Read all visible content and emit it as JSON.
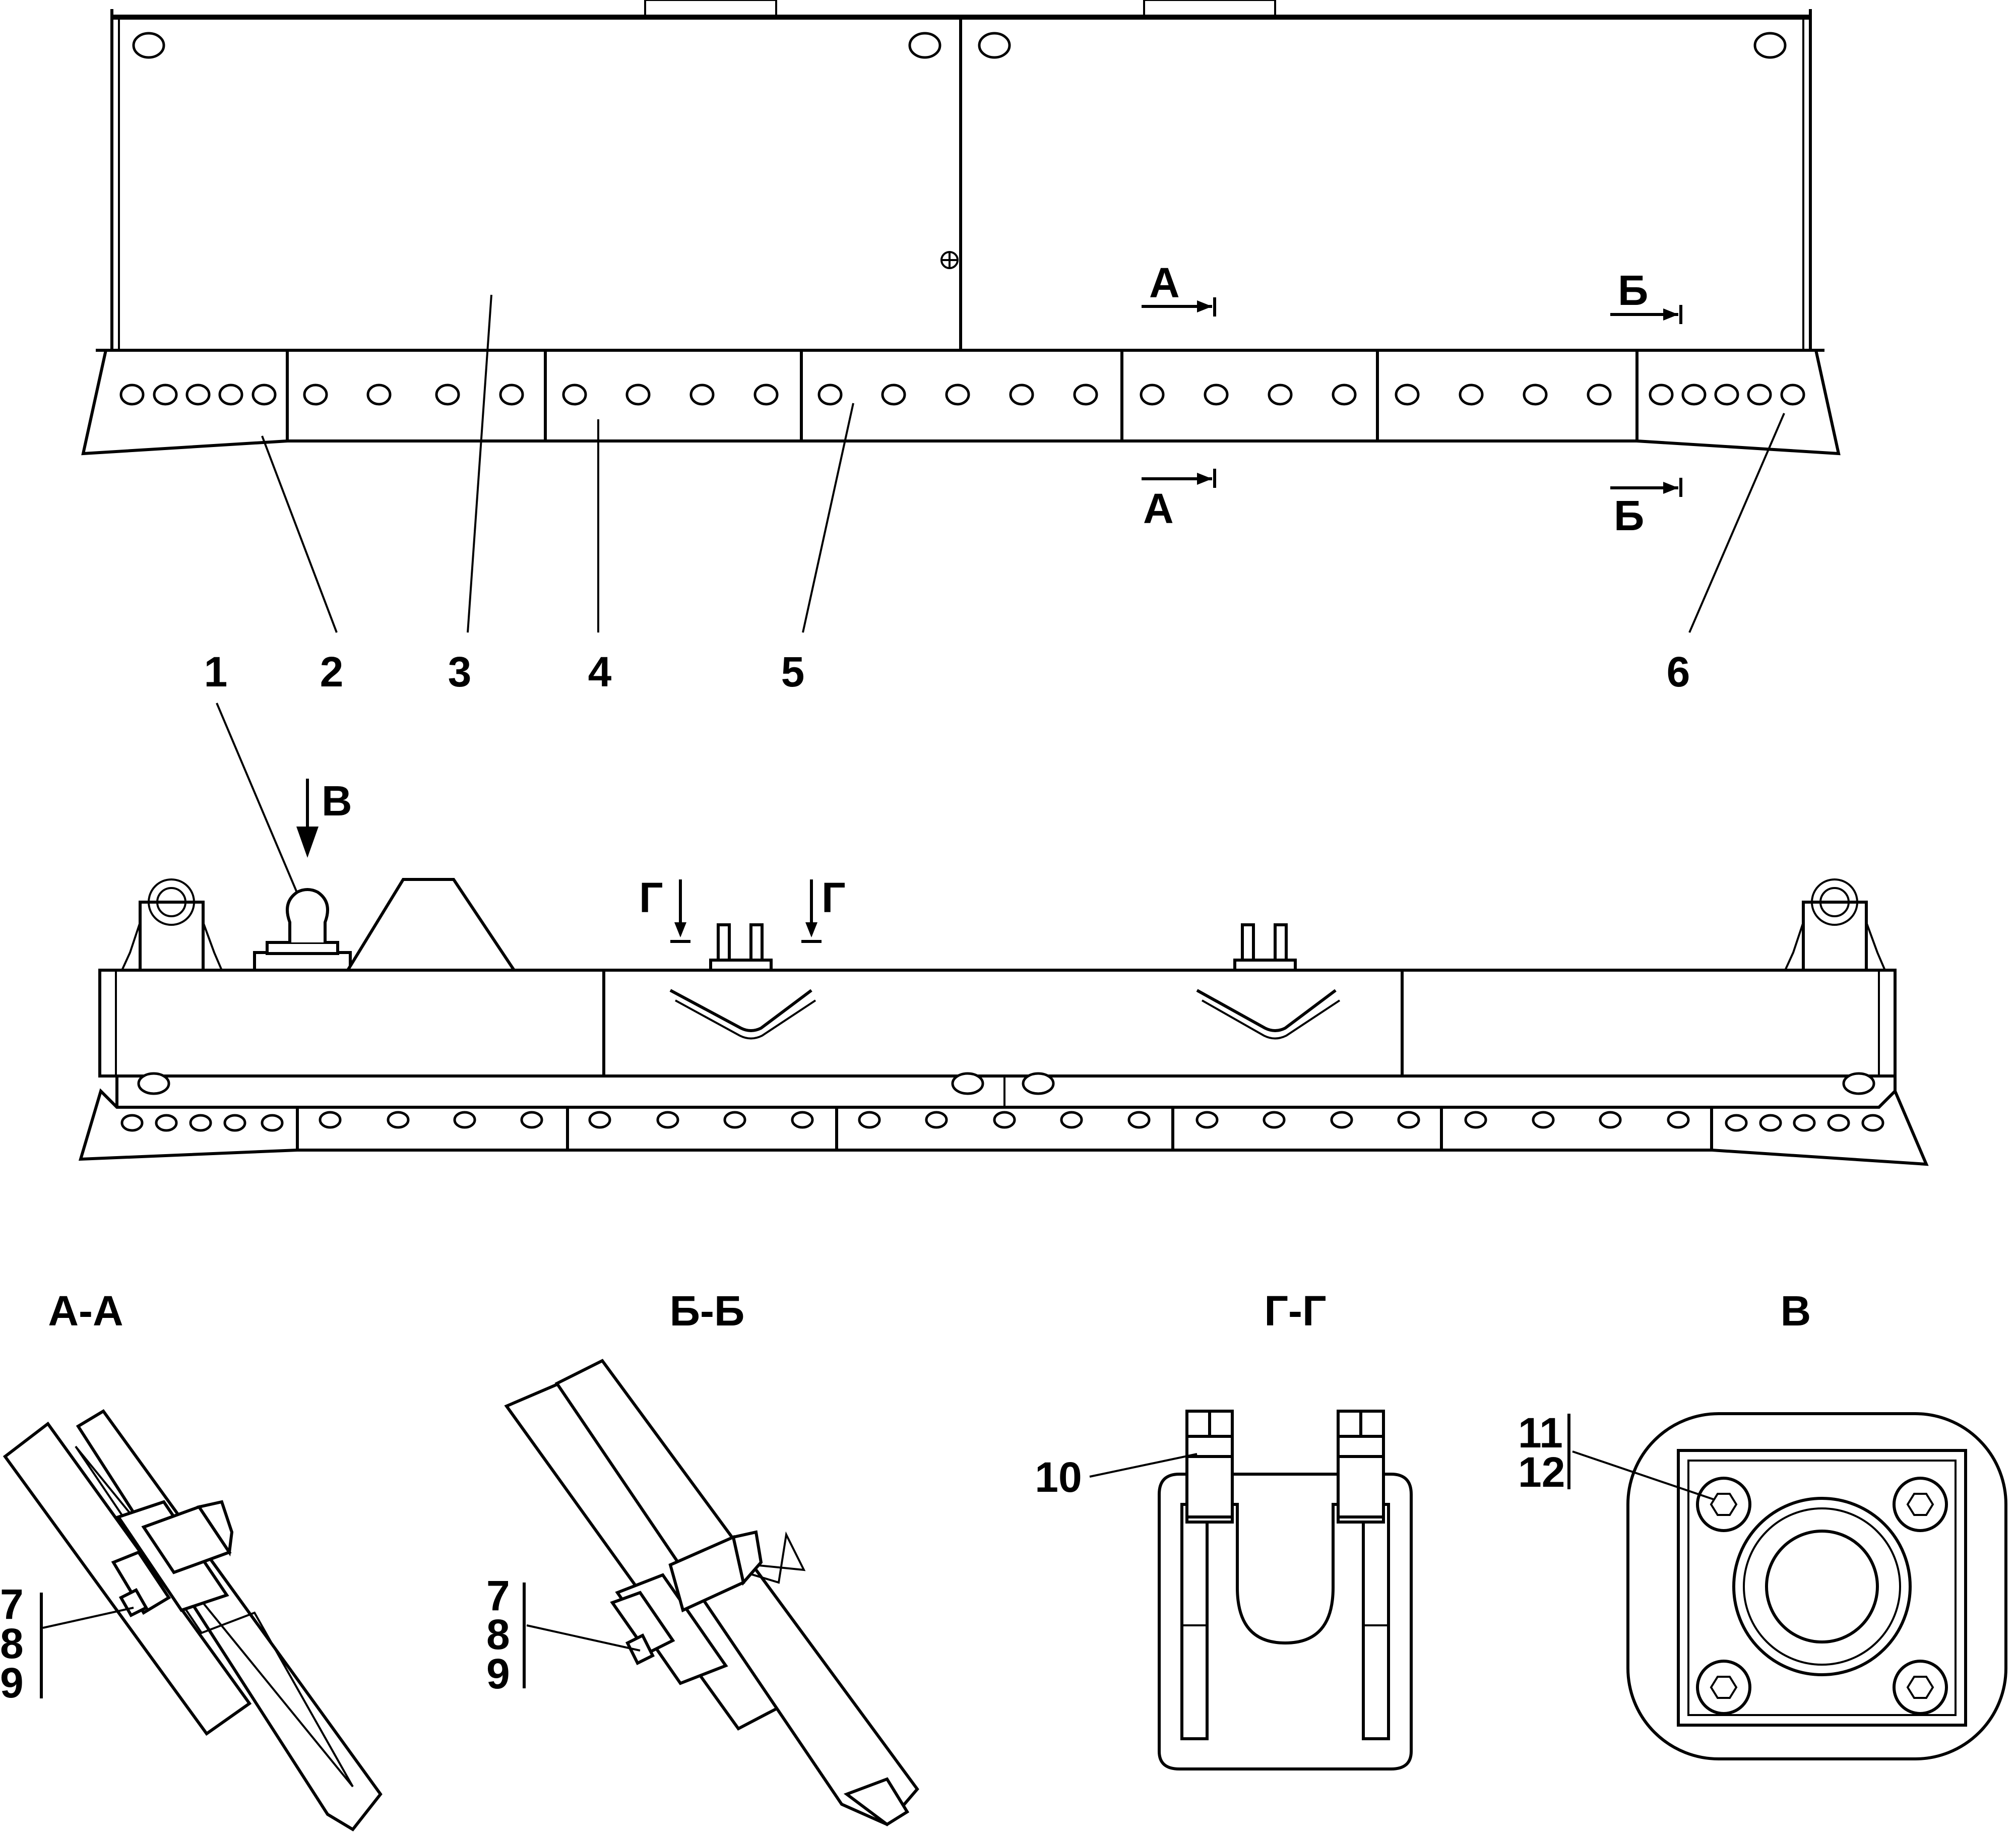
{
  "callouts": {
    "c1": "1",
    "c2": "2",
    "c3": "3",
    "c4": "4",
    "c5": "5",
    "c6": "6",
    "c7": "7",
    "c8": "8",
    "c9": "9",
    "c10": "10",
    "c11": "11",
    "c12": "12"
  },
  "section_marks": {
    "a": "А",
    "b": "Б",
    "v": "В",
    "g": "Г"
  },
  "view_titles": {
    "aa": "А-А",
    "bb": "Б-Б",
    "gg": "Г-Г",
    "v": "В"
  }
}
